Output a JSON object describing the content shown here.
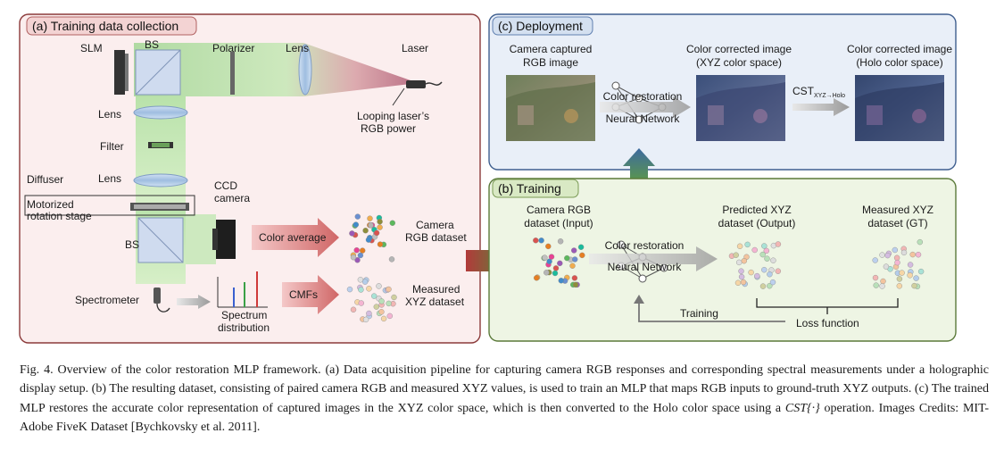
{
  "panels": {
    "a": {
      "title": "(a) Training data collection",
      "labels": {
        "slm": "SLM",
        "bs_top": "BS",
        "polarizer": "Polarizer",
        "lens_top": "Lens",
        "laser": "Laser",
        "lens_left": "Lens",
        "looping_1": "Looping laser’s",
        "looping_2": "RGB power",
        "filter": "Filter",
        "diffuser": "Diffuser",
        "lens_mid": "Lens",
        "motorized_1": "Motorized",
        "motorized_2": "rotation stage",
        "ccd_1": "CCD",
        "ccd_2": "camera",
        "bs_bottom": "BS",
        "color_average": "Color average",
        "camera_rgb_1": "Camera",
        "camera_rgb_2": "RGB dataset",
        "spectrometer": "Spectrometer",
        "cmfs": "CMFs",
        "spectrum_1": "Spectrum",
        "spectrum_2": "distribution",
        "measured_1": "Measured",
        "measured_2": "XYZ dataset"
      }
    },
    "b": {
      "title": "(b) Training",
      "labels": {
        "input_1": "Camera RGB",
        "input_2": "dataset (Input)",
        "nn_1": "Color restoration",
        "nn_2": "Neural Network",
        "pred_1": "Predicted XYZ",
        "pred_2": "dataset (Output)",
        "gt_1": "Measured XYZ",
        "gt_2": "dataset (GT)",
        "training": "Training",
        "loss": "Loss function"
      }
    },
    "c": {
      "title": "(c) Deployment",
      "labels": {
        "cap_1": "Camera captured",
        "cap_2": "RGB image",
        "nn_1": "Color restoration",
        "nn_2": "Neural Network",
        "xyz_1": "Color corrected image",
        "xyz_2": "(XYZ color space)",
        "cst": "CST",
        "cst_sub": "XYZ→Holo",
        "holo_1": "Color corrected image",
        "holo_2": "(Holo color space)"
      }
    }
  },
  "colors": {
    "panel_a_border": "#8b3a3a",
    "panel_a_fill": "#fbeeee",
    "panel_b_border": "#5b7a3a",
    "panel_b_fill": "#eef5e4",
    "panel_c_border": "#3f5f8f",
    "panel_c_fill": "#e9eff8",
    "beam_green": "#b8e0a8",
    "arrow_red": "#d46a6a"
  },
  "caption": {
    "prefix": "Fig. 4.  Overview of the color restoration MLP framework. (a) Data acquisition pipeline for capturing camera RGB responses and corresponding spectral measurements under a holographic display setup. (b) The resulting dataset, consisting of paired camera RGB and measured XYZ values, is used to train an MLP that maps RGB inputs to ground-truth XYZ outputs. (c) The trained MLP restores the accurate color representation of captured images in the XYZ color space, which is then converted to the Holo color space using a ",
    "op": "CST{·}",
    "suffix": " operation. Images Credits: MIT-Adobe FiveK Dataset [Bychkovsky et al. 2011]."
  }
}
